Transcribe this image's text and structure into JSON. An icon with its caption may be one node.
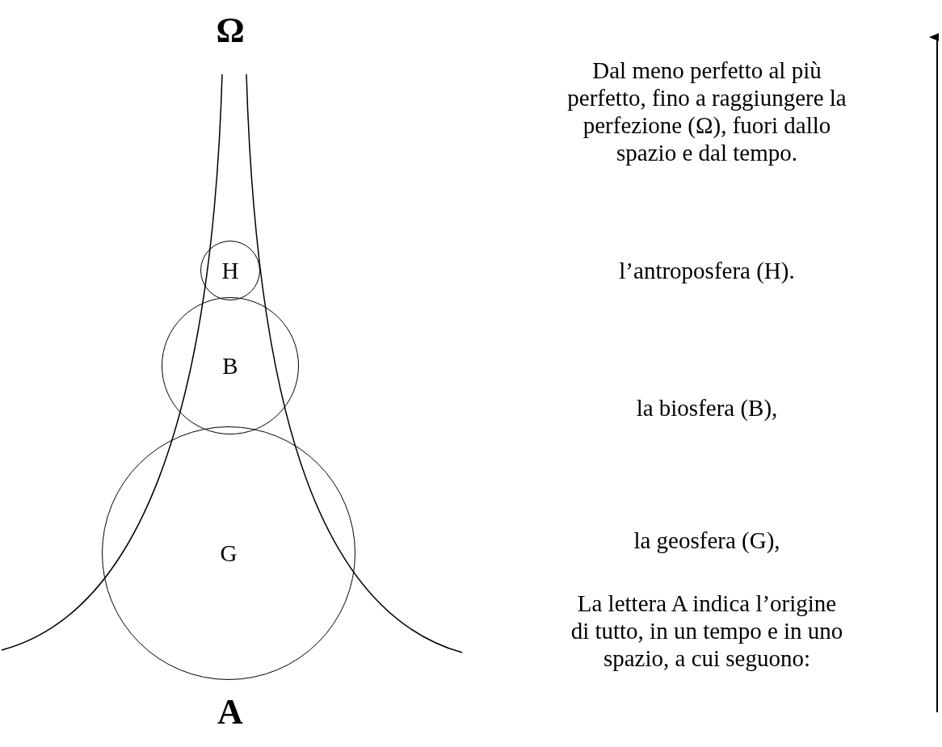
{
  "diagram": {
    "nodes": [
      {
        "text": [
          "H"
        ]
      },
      {
        "text": [
          "B"
        ]
      },
      {
        "text": [
          "G"
        ]
      }
    ],
    "labels": [
      "Ω",
      "Dal meno perfetto al più perfetto, fino a raggiungere la perfezione (Ω), fuori dallo spazio e dal tempo.",
      "l’antroposfera (H).",
      "la biosfera (B),",
      "la geosfera (G),",
      "La lettera A indica l’origine di tutto, in un tempo e in uno spazio, a cui seguono:",
      "A"
    ]
  }
}
